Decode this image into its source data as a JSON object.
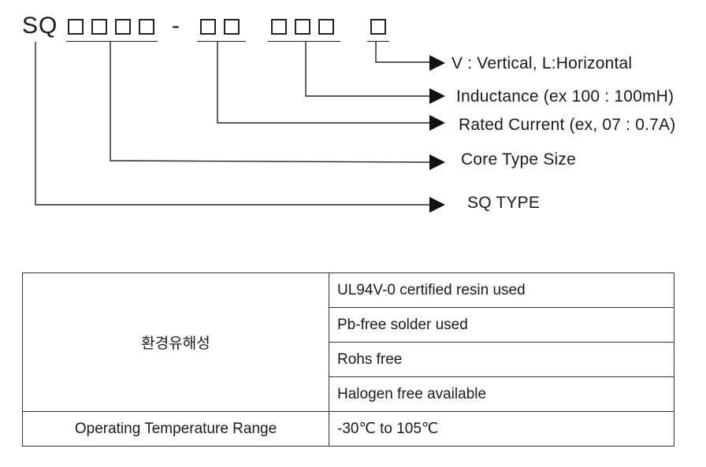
{
  "code": {
    "prefix": "SQ",
    "dash": "-"
  },
  "labels": [
    {
      "id": "orientation",
      "text": "V : Vertical,   L:Horizontal"
    },
    {
      "id": "inductance",
      "text": "Inductance (ex 100 : 100mH)"
    },
    {
      "id": "current",
      "text": "Rated Current (ex, 07 : 0.7A)"
    },
    {
      "id": "core",
      "text": "Core Type Size"
    },
    {
      "id": "type",
      "text": "SQ TYPE"
    }
  ],
  "table": {
    "env_label": "환경유해성",
    "env_items": [
      "UL94V-0 certified resin used",
      "Pb-free solder used",
      "Rohs free",
      "Halogen free available"
    ],
    "temp_label": "Operating Temperature Range",
    "temp_value": "-30℃ to 105℃"
  }
}
